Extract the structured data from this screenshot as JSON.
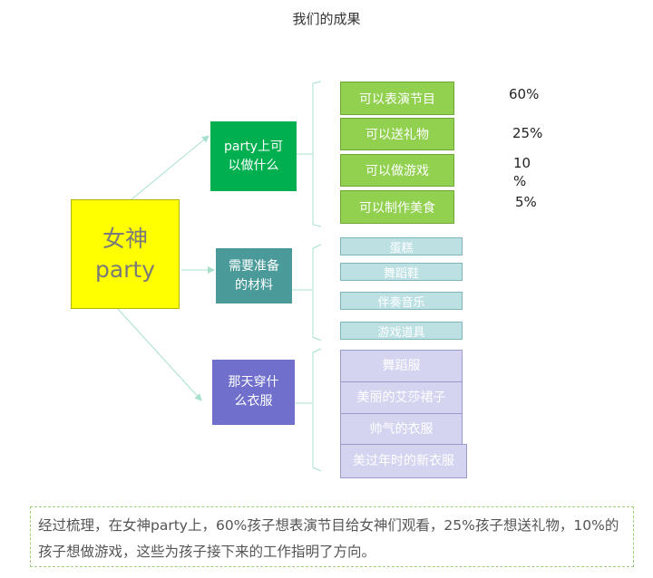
{
  "title": "我们的成果",
  "root": {
    "line1": "女神",
    "line2": "party"
  },
  "branches": [
    {
      "label_lines": [
        "party上可",
        "以做什么"
      ],
      "color": "#00b050",
      "items": [
        "可以表演节目",
        "可以送礼物",
        "可以做游戏",
        "可以制作美食"
      ],
      "percentages": [
        "60%",
        "25%",
        "10\n%",
        "5%"
      ],
      "item_color": "#92d050"
    },
    {
      "label_lines": [
        "需要准备",
        "的材料"
      ],
      "color": "#4a9a9a",
      "items": [
        "蛋糕",
        "舞蹈鞋",
        "伴奏音乐",
        "游戏道具"
      ],
      "item_color": "#bde0e3"
    },
    {
      "label_lines": [
        "那天穿什",
        "么衣服"
      ],
      "color": "#7070cc",
      "items": [
        "舞蹈服",
        "美丽的艾莎裙子",
        "帅气的衣服",
        "美过年时的新衣服"
      ],
      "item_color": "#d4d4f0"
    }
  ],
  "summary": "经过梳理，在女神party上，60%孩子想表演节目给女神们观看，25%孩子想送礼物，10%的孩子想做游戏，这些为孩子接下来的工作指明了方向。",
  "line_color": "#a8e0d0"
}
